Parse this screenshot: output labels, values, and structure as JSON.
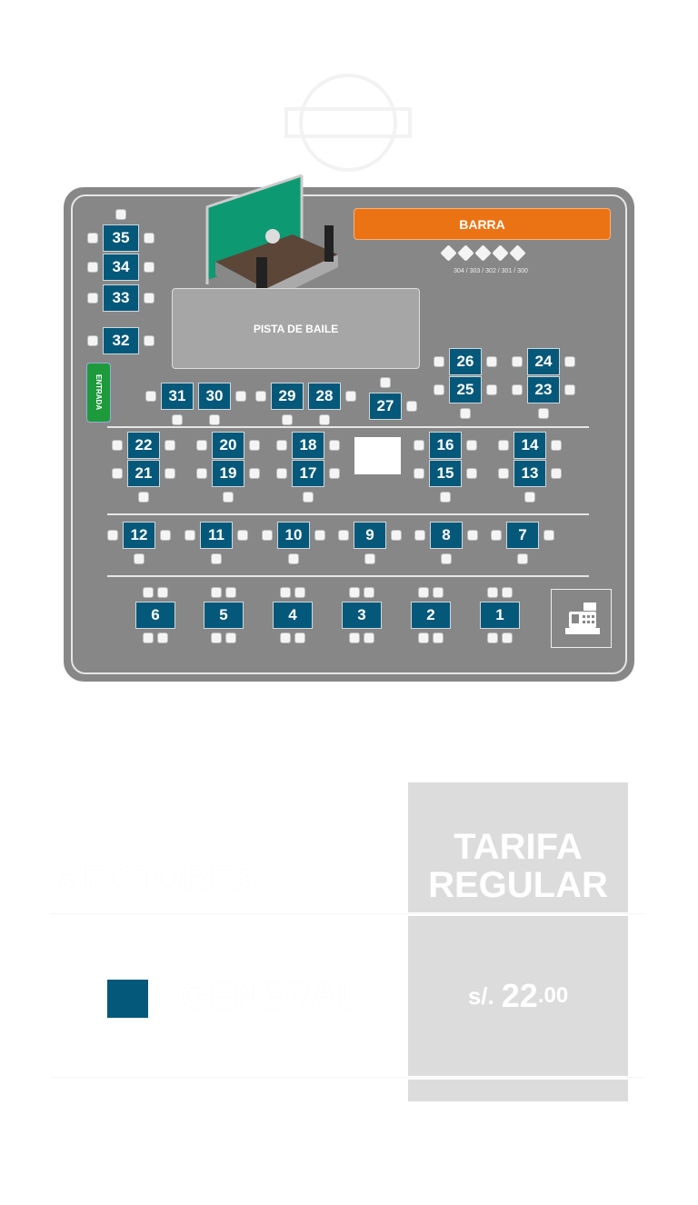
{
  "map": {
    "bar_label": "BARRA",
    "stools_label": "304 / 303 / 302 / 301 / 300",
    "dance_floor_label": "PISTA DE BAILE",
    "entrance_label": "ENTRADA",
    "tables": [
      "35",
      "34",
      "33",
      "32",
      "31",
      "30",
      "29",
      "28",
      "27",
      "26",
      "25",
      "24",
      "23",
      "22",
      "21",
      "20",
      "19",
      "18",
      "17",
      "16",
      "15",
      "14",
      "13",
      "12",
      "11",
      "10",
      "9",
      "8",
      "7",
      "6",
      "5",
      "4",
      "3",
      "2",
      "1"
    ]
  },
  "pricing": {
    "sectors_header": "SECTORES",
    "tariff_header_line1": "TARIFA",
    "tariff_header_line2": "REGULAR",
    "sector_name": "GENERAL",
    "sector_color": "#04587a",
    "price_currency": "s/.",
    "price_integer": "22",
    "price_decimal": ".00"
  }
}
